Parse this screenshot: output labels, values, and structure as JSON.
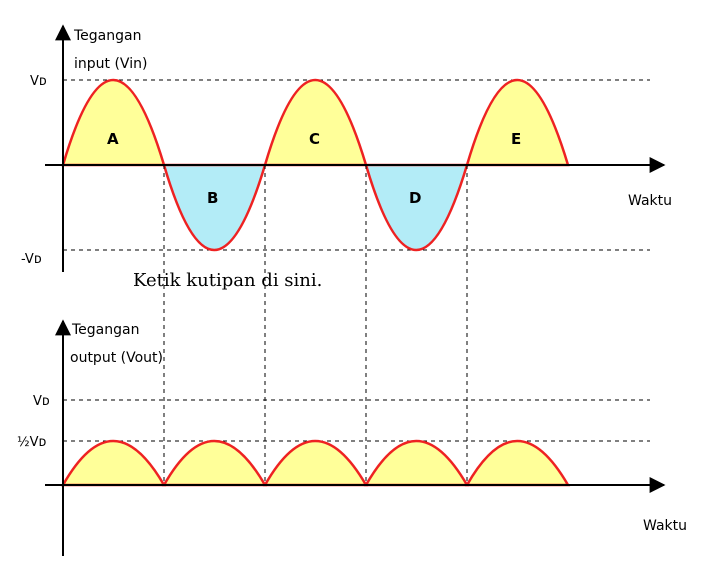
{
  "input_plot": {
    "y_axis_title_line1": "Tegangan",
    "y_axis_title_line2": "input (Vin)",
    "x_axis_title": "Waktu",
    "level_top": "Vᴅ",
    "level_bottom": "-Vᴅ",
    "segments": [
      "A",
      "B",
      "C",
      "D",
      "E"
    ]
  },
  "caption": "Ketik kutipan di sini.",
  "output_plot": {
    "y_axis_title_line1": "Tegangan",
    "y_axis_title_line2": "output (Vout)",
    "x_axis_title": "Waktu",
    "level_top": "Vᴅ",
    "level_half": "½Vᴅ"
  },
  "colors": {
    "curve": "#ee2222",
    "positive_fill": "#ffff99",
    "negative_fill": "#b3ecf7",
    "axis": "#000000",
    "guide": "#000000"
  }
}
